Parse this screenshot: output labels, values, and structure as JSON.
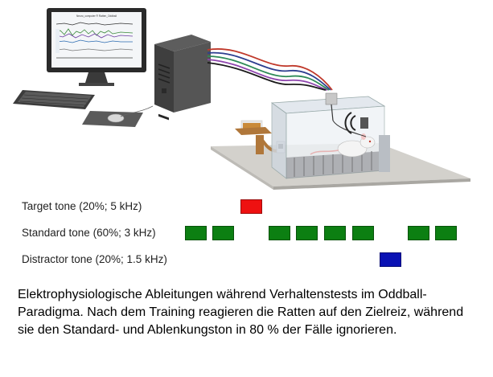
{
  "figure": {
    "screen_title": "Neuro_computer ® Ratten_Oddball"
  },
  "tones": [
    {
      "key": "target",
      "label": "Target tone (20%; 5 kHz)",
      "color": "#ee1111",
      "slots": [
        2
      ]
    },
    {
      "key": "standard",
      "label": "Standard tone (60%; 3 kHz)",
      "color": "#0c7f12",
      "slots": [
        0,
        1,
        3,
        4,
        5,
        6,
        8,
        9
      ]
    },
    {
      "key": "distractor",
      "label": "Distractor tone (20%; 1.5 kHz)",
      "color": "#0a12b4",
      "slots": [
        7
      ]
    }
  ],
  "caption": "Elektrophysiologische Ableitungen während Verhaltenstests im Oddball-Paradigma. Nach dem Training reagieren die Ratten auf den Zielreiz, während sie den Standard- und Ablenkungston in 80 % der Fälle ignorieren."
}
